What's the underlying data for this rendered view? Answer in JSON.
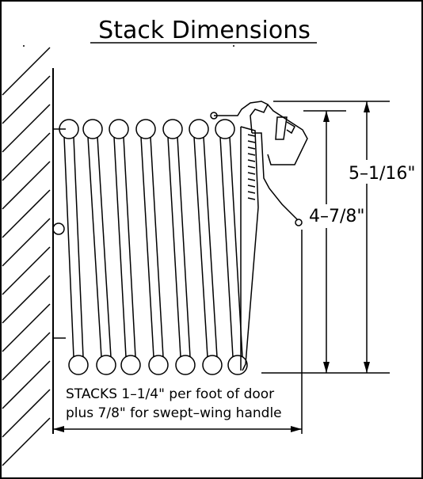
{
  "title": "Stack Dimensions",
  "dimensions": {
    "overall_height": "5–1/16\"",
    "panel_height": "4–7/8\""
  },
  "note": {
    "line1": "STACKS 1–1/4\" per foot of door",
    "line2": "plus 7/8\" for swept–wing handle"
  },
  "icons": [
    "wall-hatch-icon",
    "door-panel-stack-icon",
    "handle-profile-icon",
    "dimension-arrow-icon"
  ]
}
